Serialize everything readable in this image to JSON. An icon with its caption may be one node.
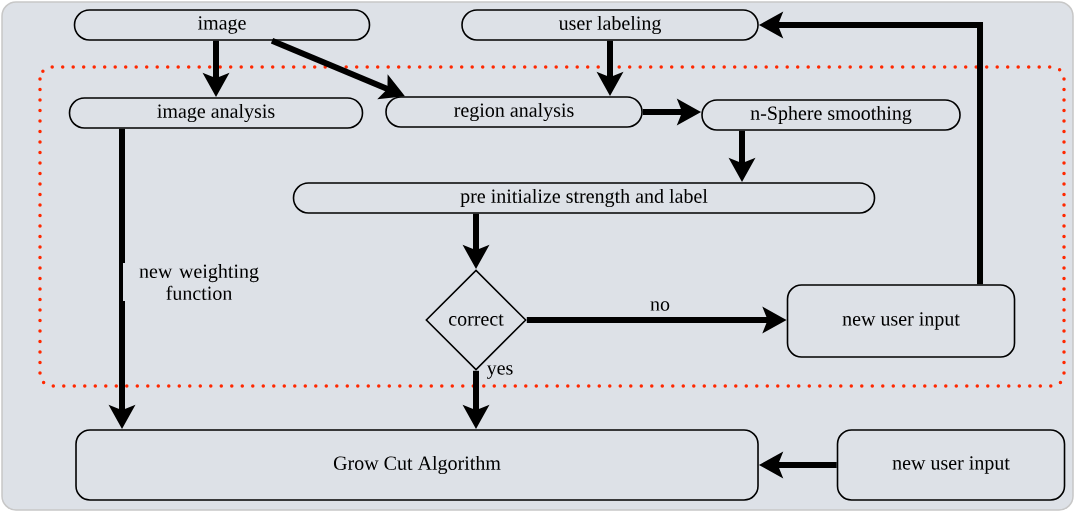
{
  "diagram": {
    "nodes": [
      {
        "text": [
          "image"
        ]
      },
      {
        "text": [
          "user labeling"
        ]
      },
      {
        "text": [
          "image analysis"
        ]
      },
      {
        "text": [
          "region analysis"
        ]
      },
      {
        "text": [
          "n-Sphere smoothing"
        ]
      },
      {
        "text": [
          "pre initialize strength and label"
        ]
      },
      {
        "text": [
          "correct"
        ]
      },
      {
        "text": [
          "new user input"
        ]
      },
      {
        "text": [
          "Grow Cut Algorithm"
        ]
      },
      {
        "text": [
          "new user input"
        ]
      }
    ],
    "edges": [
      {
        "from": 0,
        "to": 2,
        "arrow": "to"
      },
      {
        "from": 0,
        "to": 3,
        "arrow": "to"
      },
      {
        "from": 1,
        "to": 3,
        "arrow": "to"
      },
      {
        "from": 3,
        "to": 4,
        "arrow": "to"
      },
      {
        "from": 4,
        "to": 5,
        "arrow": "to"
      },
      {
        "from": 5,
        "to": 6,
        "arrow": "to"
      },
      {
        "from": 6,
        "to": 7,
        "arrow": "to",
        "label": "no"
      },
      {
        "from": 6,
        "to": 8,
        "arrow": "to",
        "label": "yes"
      },
      {
        "from": 2,
        "to": 8,
        "arrow": "to",
        "label": "new weighting function"
      },
      {
        "from": 7,
        "to": 1,
        "arrow": "to"
      },
      {
        "from": 9,
        "to": 8,
        "arrow": "to"
      }
    ]
  }
}
